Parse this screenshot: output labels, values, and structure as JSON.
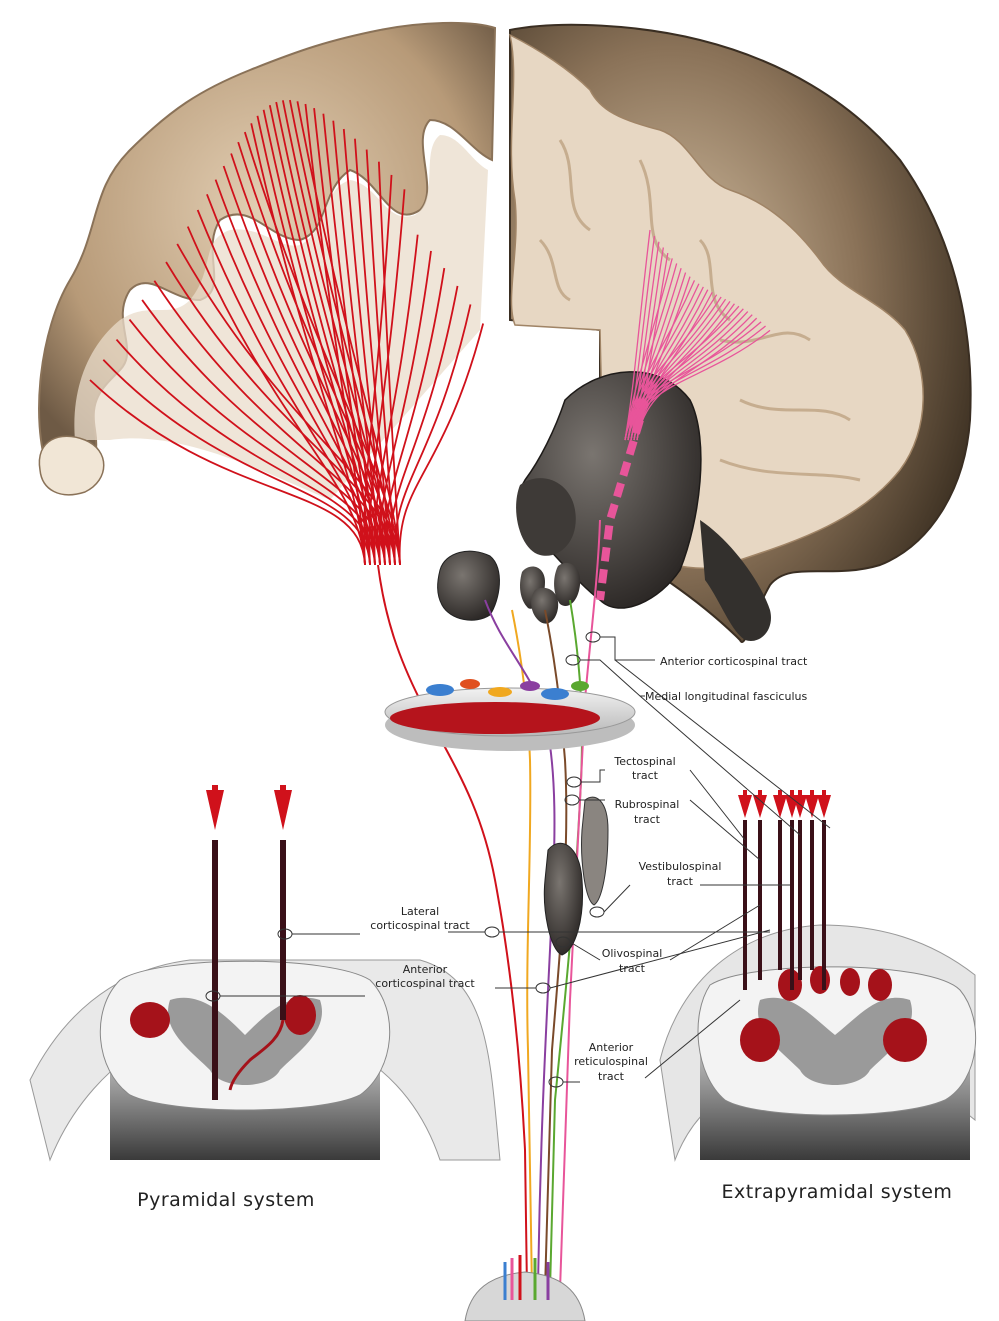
{
  "labels": {
    "anterior_corticospinal_top": "Anterior corticospinal tract",
    "medial_longitudinal_fasciculus": "Medial longitudinal fasciculus",
    "tectospinal_1": "Tectospinal",
    "tectospinal_2": "tract",
    "rubrospinal_1": "Rubrospinal",
    "rubrospinal_2": "tract",
    "vestibulospinal_1": "Vestibulospinal",
    "vestibulospinal_2": "tract",
    "lateral_corticospinal_1": "Lateral",
    "lateral_corticospinal_2": "corticospinal tract",
    "anterior_corticospinal_1": "Anterior",
    "anterior_corticospinal_2": "corticospinal tract",
    "olivospinal_1": "Olivospinal",
    "olivospinal_2": "tract",
    "reticulospinal_1": "Anterior",
    "reticulospinal_2": "reticulospinal",
    "reticulospinal_3": "tract"
  },
  "captions": {
    "left": "Pyramidal system",
    "right": "Extrapyramidal system"
  },
  "colors": {
    "pyramidal_fibers": "#d0111b",
    "extrapyramidal_fibers": "#e8559a",
    "brain_surface": "#cdb596",
    "white_matter": "#ece0d0",
    "basal_ganglia": "#4a4643",
    "tract_yellow": "#f0a820",
    "tract_purple": "#8a3fa0",
    "tract_green": "#5aa830",
    "tract_brown": "#7a4a2a"
  }
}
